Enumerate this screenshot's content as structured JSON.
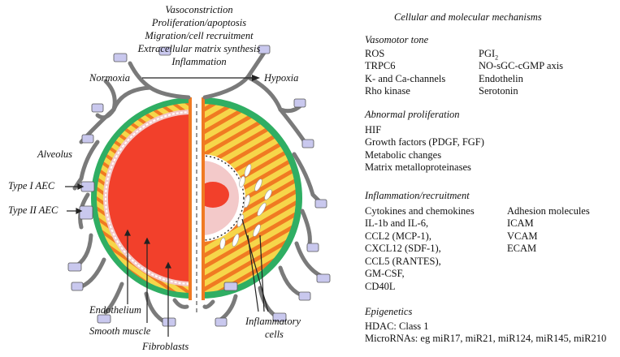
{
  "header_lines": [
    "Vasoconstriction",
    "Proliferation/apoptosis",
    "Migration/cell recruitment",
    "Extracellular matrix synthesis",
    "Inflammation"
  ],
  "arrow": {
    "from": "Normoxia",
    "to": "Hypoxia"
  },
  "labels": {
    "alveolus": "Alveolus",
    "type1": "Type I AEC",
    "type2": "Type II AEC",
    "endothelium": "Endothelium",
    "smooth_muscle": "Smooth muscle",
    "fibroblasts": "Fibroblasts",
    "inflammatory": [
      "Inflammatory",
      "cells"
    ]
  },
  "panel": {
    "title": "Cellular and molecular mechanisms",
    "vasomotor": {
      "title": "Vasomotor tone",
      "left": [
        "ROS",
        "TRPC6",
        "K- and Ca-channels",
        "Rho kinase"
      ],
      "right_first_base": "PGI",
      "right_first_sub": "2",
      "right": [
        "NO-sGC-cGMP axis",
        "Endothelin",
        "Serotonin"
      ]
    },
    "proliferation": {
      "title": "Abnormal proliferation",
      "items": [
        "HIF",
        "Growth factors (PDGF, FGF)",
        "Metabolic changes",
        "Matrix metalloproteinases"
      ]
    },
    "inflammation": {
      "title": "Inflammation/recruitment",
      "left": [
        "Cytokines and chemokines",
        "IL-1b and IL-6,",
        "CCL2 (MCP-1),",
        "CXCL12 (SDF-1),",
        "CCL5 (RANTES),",
        "GM-CSF,",
        "CD40L"
      ],
      "right": [
        "Adhesion molecules",
        "ICAM",
        "VCAM",
        "ECAM"
      ]
    },
    "epigenetics": {
      "title": "Epigenetics",
      "items": [
        "HDAC: Class 1",
        "MicroRNAs: eg miR17, miR21, miR124, miR145, miR210"
      ]
    }
  },
  "colors": {
    "lumen": "#f2402b",
    "muscle_orange": "#f07a22",
    "muscle_yellow": "#f6d64a",
    "fibro_green": "#2fae63",
    "endothelium_pink": "#f3c9c9",
    "alveolar_grey": "#7a7a7a",
    "aec_lavender": "#c9c8ee"
  }
}
